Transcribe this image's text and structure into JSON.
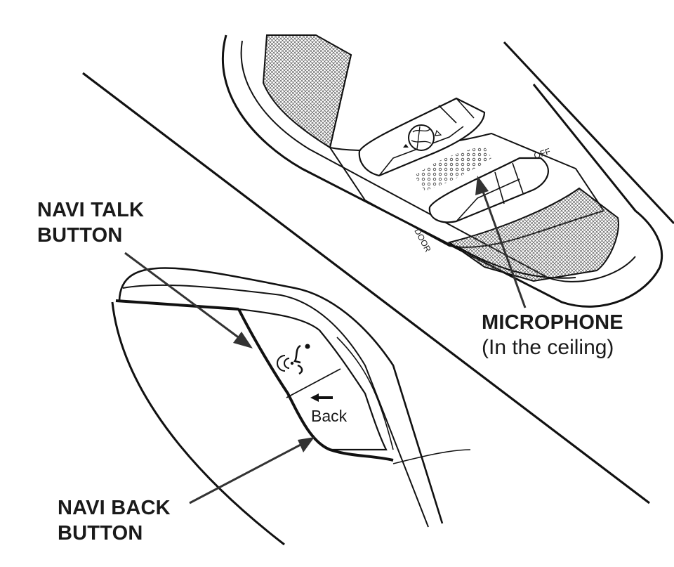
{
  "labels": {
    "navi_talk": {
      "line1": "NAVI TALK",
      "line2": "BUTTON"
    },
    "navi_back": {
      "line1": "NAVI BACK",
      "line2": "BUTTON"
    },
    "microphone": {
      "line1": "MICROPHONE",
      "line2": "(In the ceiling)"
    }
  },
  "panel_text": {
    "off": "OFF",
    "door": "DOOR",
    "back": "Back"
  },
  "icons": {
    "talk": "voice-talk-icon",
    "back": "back-arrow-icon",
    "map_light": "map-light-icon"
  },
  "colors": {
    "ink": "#1a1a1a",
    "paper": "#ffffff",
    "hatch": "#555555"
  }
}
